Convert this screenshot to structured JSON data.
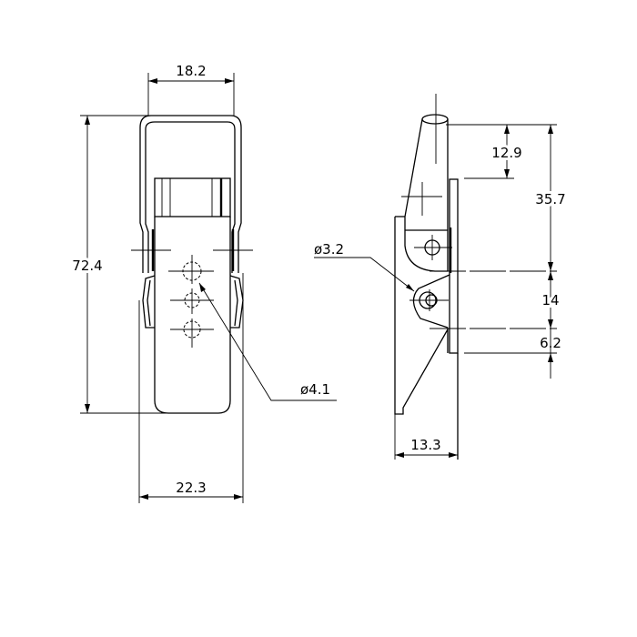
{
  "front_view": {
    "top_width": "18.2",
    "overall_length": "72.4",
    "bottom_width": "22.3",
    "hole_diameter": "ø4.1"
  },
  "side_view": {
    "top_offset": "12.9",
    "pivot_height": "35.7",
    "pivot_spacing": "14",
    "bottom_offset": "6.2",
    "depth": "13.3",
    "pivot_diameter": "ø3.2"
  }
}
